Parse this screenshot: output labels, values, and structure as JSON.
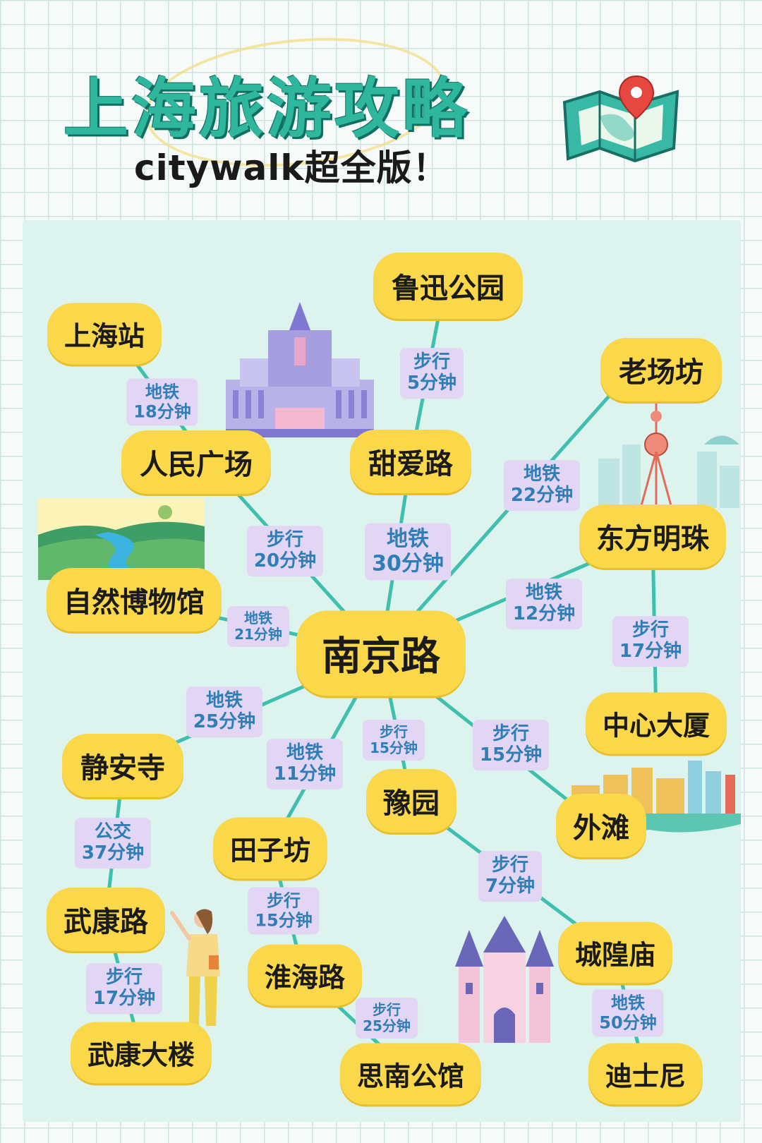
{
  "title": "上海旅游攻略",
  "subtitle": "citywalk超全版！",
  "colors": {
    "title": "#2fb79d",
    "node": "#fbd84a",
    "tag_bg": "#e3d6f5",
    "tag_text": "#2f7fb6",
    "line": "#3fbfad",
    "panel": "#dcf3ee"
  },
  "nodes": {
    "luxun": "鲁迅公园",
    "shanghai_station": "上海站",
    "laochangfang": "老场坊",
    "peoples_square": "人民广场",
    "tianai": "甜爱路",
    "oriental_pearl": "东方明珠",
    "natural_museum": "自然博物馆",
    "nanjing_road": "南京路",
    "center_building": "中心大厦",
    "jingan": "静安寺",
    "yuyuan": "豫园",
    "bund": "外滩",
    "tianzifang": "田子坊",
    "wukang_road": "武康路",
    "city_god": "城隍庙",
    "huaihai": "淮海路",
    "wukang_building": "武康大楼",
    "sinan": "思南公馆",
    "disney": "迪士尼"
  },
  "tags": {
    "t_station_square": [
      "地铁",
      "18分钟"
    ],
    "t_luxun_tianai": [
      "步行",
      "5分钟"
    ],
    "t_laochang_pearl": [
      "地铁",
      "22分钟"
    ],
    "t_square_nanjing": [
      "步行",
      "20分钟"
    ],
    "t_tianai_nanjing": [
      "地铁",
      "30分钟"
    ],
    "t_pearl_nanjing": [
      "地铁",
      "12分钟"
    ],
    "t_pearl_center": [
      "步行",
      "17分钟"
    ],
    "t_museum_nanjing": [
      "地铁",
      "21分钟"
    ],
    "t_jingan_nanjing": [
      "地铁",
      "25分钟"
    ],
    "t_yuyuan_nanjing": [
      "步行",
      "15分钟"
    ],
    "t_bund_nanjing": [
      "步行",
      "15分钟"
    ],
    "t_tianzi_nanjing": [
      "地铁",
      "11分钟"
    ],
    "t_jingan_wukang": [
      "公交",
      "37分钟"
    ],
    "t_yuyuan_citygod": [
      "步行",
      "7分钟"
    ],
    "t_tianzi_huaihai": [
      "步行",
      "15分钟"
    ],
    "t_wukang_building": [
      "步行",
      "17分钟"
    ],
    "t_huaihai_sinan": [
      "步行",
      "25分钟"
    ],
    "t_citygod_disney": [
      "地铁",
      "50分钟"
    ]
  },
  "icons": [
    "map-pin-icon",
    "exhibition-building-icon",
    "landscape-river-icon",
    "oriental-pearl-tower-icon",
    "bund-skyline-icon",
    "castle-icon",
    "traveler-woman-icon"
  ]
}
